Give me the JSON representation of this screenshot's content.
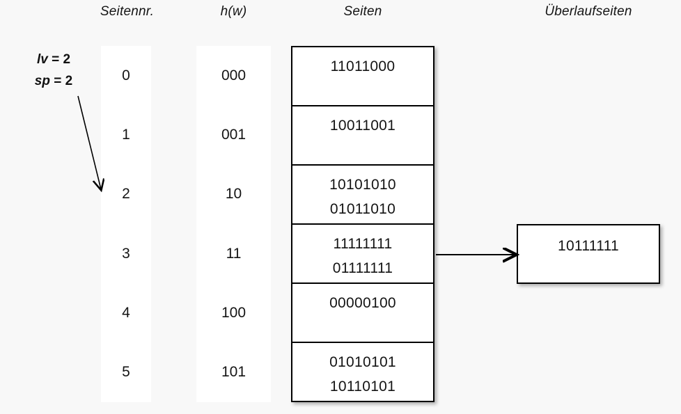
{
  "headers": {
    "seitennr": "Seitennr.",
    "hw": "h(w)",
    "seiten": "Seiten",
    "ueberlaufseiten": "Überlaufseiten"
  },
  "params": {
    "lv_name": "lv",
    "lv_eq": " = 2",
    "sp_name": "sp",
    "sp_eq": " = 2"
  },
  "rows": [
    {
      "seitennr": "0",
      "hw": "000",
      "entries": [
        "11011000"
      ]
    },
    {
      "seitennr": "1",
      "hw": "001",
      "entries": [
        "10011001"
      ]
    },
    {
      "seitennr": "2",
      "hw": "10",
      "entries": [
        "10101010",
        "01011010"
      ]
    },
    {
      "seitennr": "3",
      "hw": "11",
      "entries": [
        "11111111",
        "01111111"
      ]
    },
    {
      "seitennr": "4",
      "hw": "100",
      "entries": [
        "00000100"
      ]
    },
    {
      "seitennr": "5",
      "hw": "101",
      "entries": [
        "01010101",
        "10110101"
      ]
    }
  ],
  "overflow": {
    "entry": "10111111"
  },
  "colors": {
    "background": "#f8f8f8",
    "box_fill": "#ffffff",
    "stroke": "#000000",
    "text": "#141414"
  }
}
